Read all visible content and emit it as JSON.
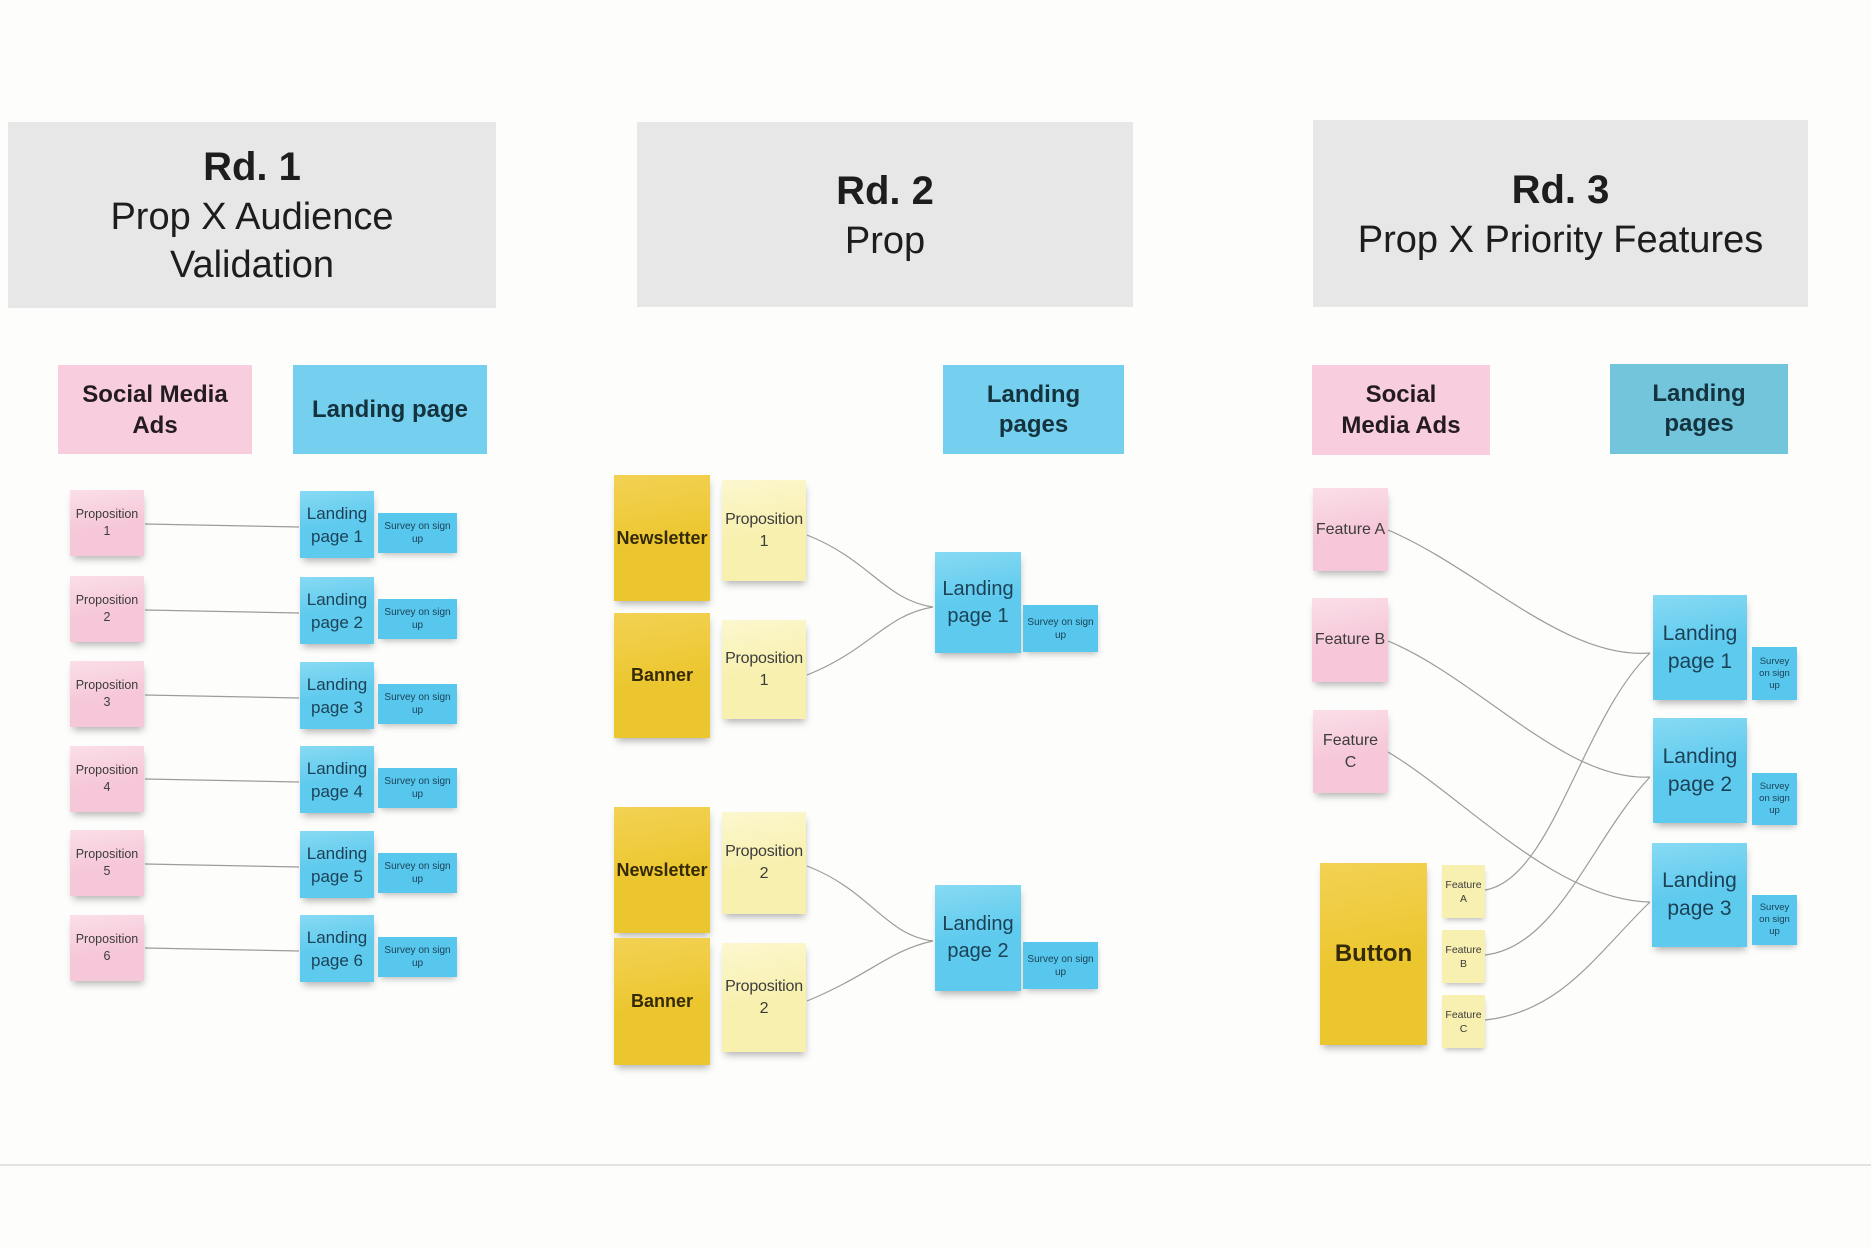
{
  "board": {
    "background": "#fdfdfc",
    "divider_color": "#e2e2e1"
  },
  "colors": {
    "grey_header": "#e7e7e7",
    "pink": "#f6c7d8",
    "blue": "#5ecaee",
    "teal_header": "#72c5da",
    "gold": "#ecc62e",
    "pale_yellow": "#f8f0ae",
    "connector": "#9c9c9c"
  },
  "rd1": {
    "title": "Rd. 1",
    "subtitle": "Prop X Audience Validation",
    "ads_header": "Social Media Ads",
    "landing_header": "Landing page",
    "rows": [
      {
        "prop": "Proposition 1",
        "landing": "Landing page 1",
        "survey": "Survey on sign up"
      },
      {
        "prop": "Proposition 2",
        "landing": "Landing page 2",
        "survey": "Survey on sign up"
      },
      {
        "prop": "Proposition 3",
        "landing": "Landing page 3",
        "survey": "Survey on sign up"
      },
      {
        "prop": "Proposition 4",
        "landing": "Landing page 4",
        "survey": "Survey on sign up"
      },
      {
        "prop": "Proposition 5",
        "landing": "Landing page 5",
        "survey": "Survey on sign up"
      },
      {
        "prop": "Proposition 6",
        "landing": "Landing page 6",
        "survey": "Survey on sign up"
      }
    ]
  },
  "rd2": {
    "title": "Rd. 2",
    "subtitle": "Prop",
    "landing_header": "Landing pages",
    "groups": [
      {
        "channel1": "Newsletter",
        "prop1": "Proposition 1",
        "channel2": "Banner",
        "prop2": "Proposition 1",
        "landing": "Landing page 1",
        "survey": "Survey on sign up"
      },
      {
        "channel1": "Newsletter",
        "prop1": "Proposition 2",
        "channel2": "Banner",
        "prop2": "Proposition 2",
        "landing": "Landing page 2",
        "survey": "Survey on sign up"
      }
    ]
  },
  "rd3": {
    "title": "Rd. 3",
    "subtitle": "Prop X Priority Features",
    "ads_header": "Social Media Ads",
    "landing_header": "Landing pages",
    "features": [
      "Feature A",
      "Feature B",
      "Feature C"
    ],
    "button": "Button",
    "button_features": [
      "Feature A",
      "Feature B",
      "Feature C"
    ],
    "landings": [
      "Landing page 1",
      "Landing page 2",
      "Landing page 3"
    ],
    "survey": "Survey on sign up"
  }
}
